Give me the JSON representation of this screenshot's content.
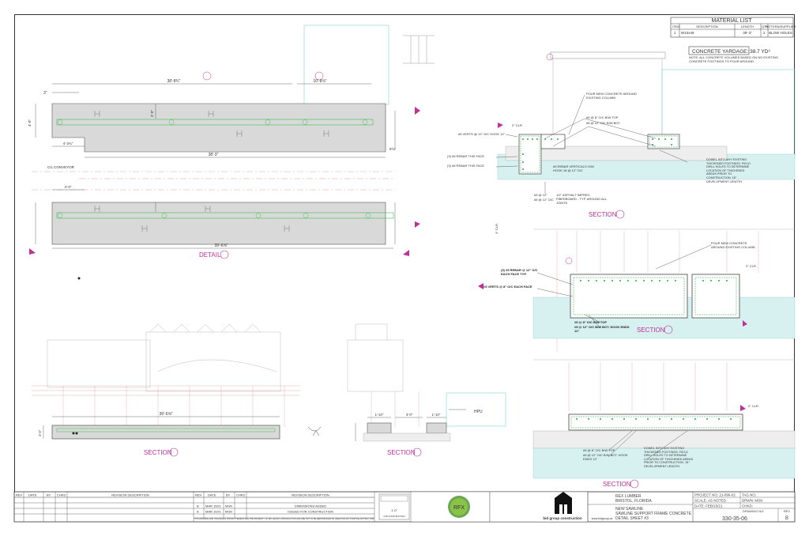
{
  "material_list": {
    "title": "MATERIAL LIST",
    "headers": [
      "ITEM",
      "DESCRIPTION",
      "LENGTH",
      "QTY",
      "PATTERN/SUPPLIER"
    ],
    "rows": [
      [
        "1",
        "W10x49",
        "38'-3\"",
        "2",
        "BLOW HOLES"
      ]
    ]
  },
  "concrete": {
    "yardage": "CONCRETE YARDAGE: 38.7 YD³",
    "note": "NOTE: ALL CONCRETE VOLUMES BASED ON NO EXISTING CONCRETE FOOTINGS TO POUR AROUND"
  },
  "plan": {
    "dim_overall_top": "38'-8¾\"",
    "dim_right_top": "10'-8⅞\"",
    "dim_left_3": "3\"",
    "dim_middle": "38'-3\"",
    "dim_4_left": "4'-3¾\"",
    "dim_4_left_b": "4'-0\"",
    "dim_overall_bottom": "39'-6⅝\"",
    "dim_right_9": "9⅞\"",
    "dim_side_a": "4'-0\"",
    "dim_side_b": "2'-0\"",
    "centerline_note": "C/L CONVEYOR",
    "label": "DETAIL"
  },
  "section_a": {
    "label": "SECTION",
    "callouts": [
      "POUR NEW CONCRETE AROUND EXISTING COLUMN",
      "#5 @ 8\" O/C B/W TOP",
      "#5 @ 12\" O/C B/W BOT.",
      "#5 VERTS @ 12\" O/C HOOK 12\"",
      "(3) #5 REBAR THIS FACE",
      "(3) #5 REBAR THIS FACE",
      "#5 REBAR VERTICALS O/W HOOK 18 @ 12\" O/C",
      "#5 @ 12\"",
      "#5 @ 12\" O/C",
      "1/2\" ASPHALT IMPREG. FIBERBOARD - TYP. AROUND ALL JOINTS",
      "DOWEL INTO ANY EXISTING THICKENED FOOTINGS. FIELD DRILL HOLES TO DETERMINE LOCATION OF THICKENED AREAS PRIOR TO CONSTRUCTION. 15\" DEVELOPMENT LENGTH",
      "2\" CLR.",
      "3\" CLR."
    ]
  },
  "section_b": {
    "label": "SECTION",
    "callouts": [
      "POUR NEW CONCRETE AROUND EXISTING COLUMN",
      "(3) #5 REBAR @ 12\" O/C EACH FACE TYP.",
      "#5 VERTS @ 8\" O/C EACH FACE",
      "#5 @ 8\" O/C B/W TOP",
      "#5 @ 12\" O/C B/W BOT. HOOK ENDS 12\"",
      "2\" CLR."
    ]
  },
  "section_c": {
    "label": "SECTION",
    "callouts": [
      "#5 @ 8\" O/C B/W TOP",
      "#5 @ 12\" O/C B/W BOT. HOOK ENDS 12\"",
      "DOWEL INTO ANY EXISTING THICKENED FOOTINGS. FIELD DRILL HOLES TO DETERMINE LOCATION OF THICKENED AREAS PRIOR TO CONSTRUCTION. 15\" DEVELOPMENT LENGTH",
      "2\" CLR."
    ]
  },
  "elevation": {
    "dim_long": "39'-6⅝\"",
    "dim_side_a": "4'-0\"",
    "dim_side_b": "1'-10\"",
    "dim_side_c": "3'-0\"",
    "dim_side_d": "1'-10\"",
    "label": "SECTION",
    "hpu": "HPU"
  },
  "title_block": {
    "rev_headers": [
      "REV",
      "DATE",
      "BY",
      "CHKD",
      "REVISION DESCRIPTION"
    ],
    "rev_headers_2": [
      "REV",
      "DATE",
      "BY",
      "CHKD",
      "REVISION DESCRIPTION"
    ],
    "revisions": [
      [
        "B",
        "MAR 15/21",
        "MSN",
        "",
        "DIMENSIONS ADDED"
      ],
      [
        "A",
        "MAR 10/21",
        "MSN",
        "",
        "ISSUED FOR CONSTRUCTION"
      ]
    ],
    "disclaimer": "THIS DRAWING AND THE DESIGN SHOWN THEREON ARE THE PROPERTY OF BID GROUP CONSTRUCTION AND ARE NOT TO BE REPRODUCED OR USED FOR ANY PURPOSE WITHOUT WRITTEN CONSENT",
    "client": "REX LUMBER",
    "location": "BRISTOL, FLORIDA",
    "project_title_1": "NEW SAWLINE",
    "project_title_2": "SAWLINE SUPPORT FRAME CONCRETE",
    "project_title_3": "DETAIL SHEET #3",
    "project_no": "PROJECT NO: 21-096-02",
    "tag_no": "TAG NO:",
    "scale": "SCALE: AS NOTED",
    "drawn_by": "DRWN: MSN",
    "date": "DATE: FEB/15/21",
    "chkd": "CHKD:",
    "drawing_no_label": "DRAWING NO:",
    "drawing_no": "330-35-06",
    "rev_label": "REV",
    "rev": "B",
    "company": "bid group construction",
    "website": "www.bidgroup.ca",
    "logo_rfx": "RFX",
    "stamp_line": "1'-0\"",
    "stamp_text": "FOR CONSTRUCTION"
  }
}
